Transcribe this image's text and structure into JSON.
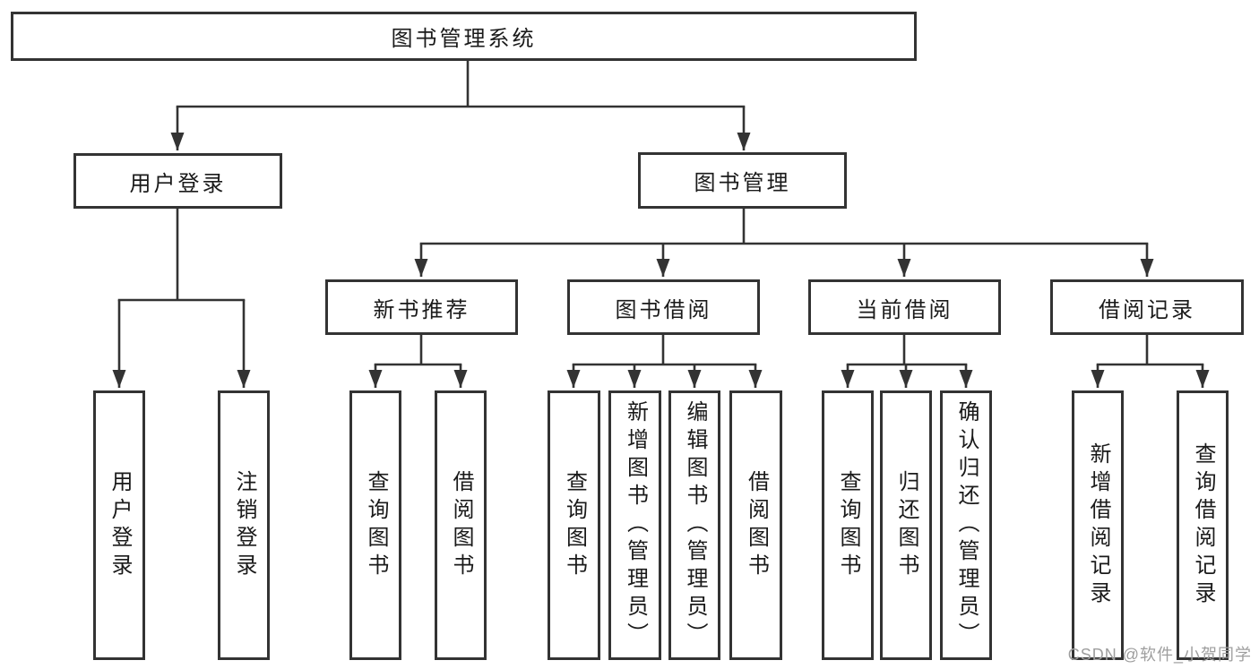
{
  "diagram": {
    "root": {
      "label": "图书管理系统"
    },
    "level2": [
      {
        "label": "用户登录"
      },
      {
        "label": "图书管理"
      }
    ],
    "level3": [
      {
        "label": "新书推荐"
      },
      {
        "label": "图书借阅"
      },
      {
        "label": "当前借阅"
      },
      {
        "label": "借阅记录"
      }
    ],
    "leaves": {
      "user_login": [
        {
          "label": "用户登录"
        },
        {
          "label": "注销登录"
        }
      ],
      "new_book_recommend": [
        {
          "label": "查询图书"
        },
        {
          "label": "借阅图书"
        }
      ],
      "book_borrow": [
        {
          "label": "查询图书"
        },
        {
          "label": "新增图书（管理员）"
        },
        {
          "label": "编辑图书（管理员）"
        },
        {
          "label": "借阅图书"
        }
      ],
      "current_borrow": [
        {
          "label": "查询图书"
        },
        {
          "label": "归还图书"
        },
        {
          "label": "确认归还（管理员）"
        }
      ],
      "borrow_records": [
        {
          "label": "新增借阅记录"
        },
        {
          "label": "查询借阅记录"
        }
      ]
    },
    "watermark": "CSDN @软件_小贺同学",
    "colors": {
      "line": "#333333",
      "box_border": "#333333",
      "text": "#1a1a1a",
      "watermark": "#9e9e9e",
      "background": "#ffffff"
    }
  }
}
